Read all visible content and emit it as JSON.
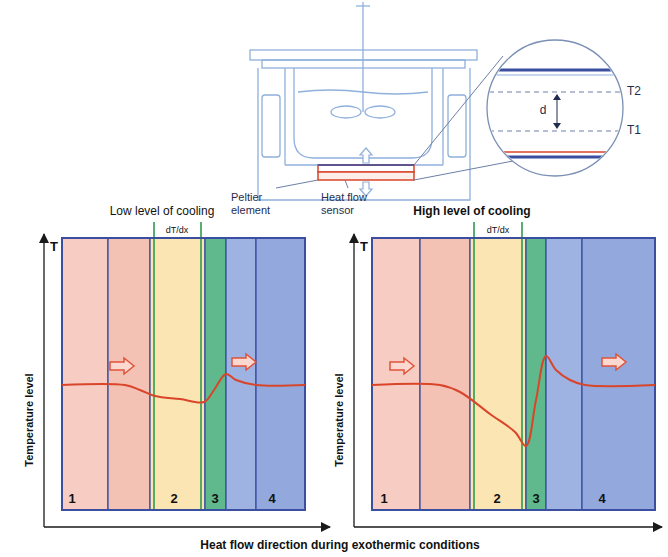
{
  "diagram": {
    "labels": [
      "Peltier element",
      "Heat flow sensor",
      "T2",
      "d",
      "T1",
      "Low level of cooling",
      "High level of cooling",
      "T",
      "Temperature level",
      "dT/dx",
      "1",
      "2",
      "3",
      "4",
      "T",
      "Temperature level",
      "dT/dx",
      "1",
      "2",
      "3",
      "4",
      "Heat flow direction during exothermic conditions"
    ]
  }
}
